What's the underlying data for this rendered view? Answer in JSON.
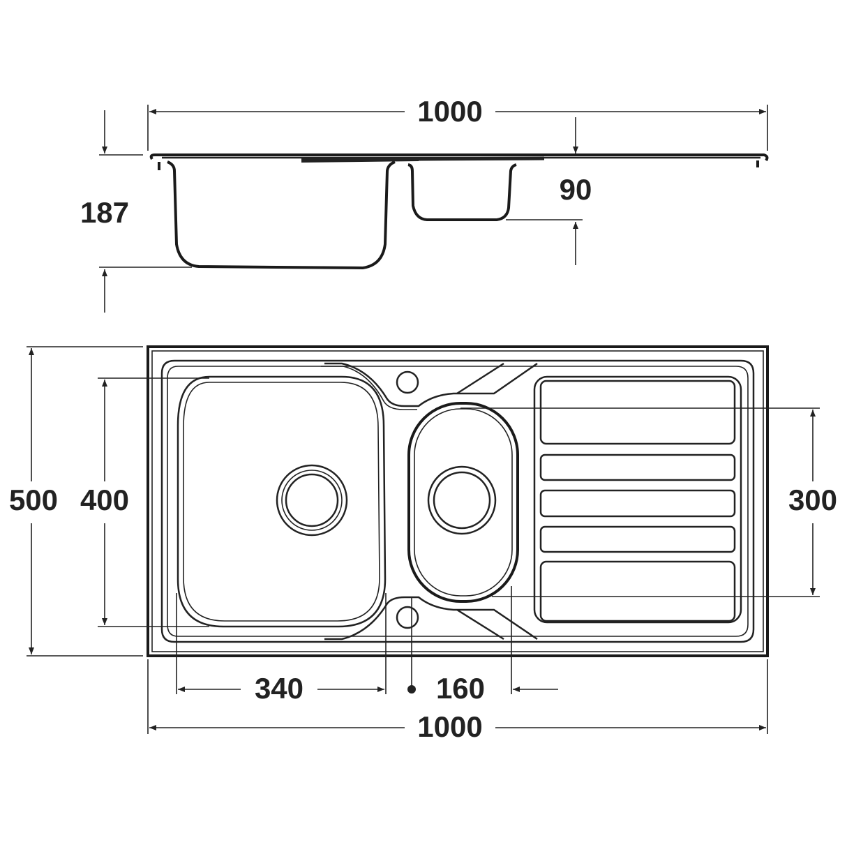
{
  "diagram": {
    "side_view": {
      "overall_width": "1000",
      "large_bowl_depth": "187",
      "small_bowl_depth": "90"
    },
    "plan_view": {
      "overall_depth": "500",
      "large_bowl_length": "400",
      "small_bowl_length": "300",
      "large_bowl_width": "340",
      "small_bowl_width": "160",
      "overall_width": "1000"
    },
    "line_color": "#222222"
  }
}
